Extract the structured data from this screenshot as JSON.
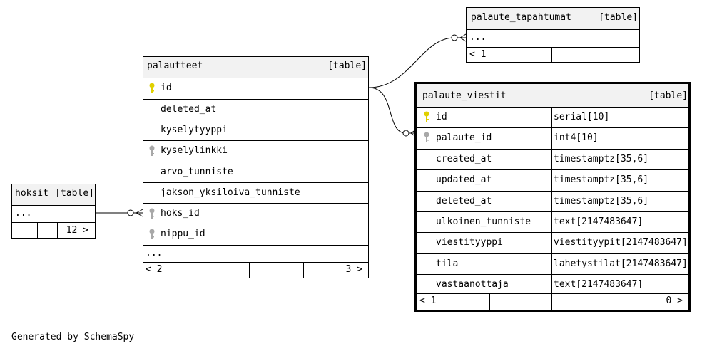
{
  "tables": {
    "palaute_tapahtumat": {
      "name": "palaute_tapahtumat",
      "kind": "[table]",
      "more": "...",
      "parents": "< 1"
    },
    "palautteet": {
      "name": "palautteet",
      "kind": "[table]",
      "columns": [
        "id",
        "deleted_at",
        "kyselytyyppi",
        "kyselylinkki",
        "arvo_tunniste",
        "jakson_yksiloiva_tunniste",
        "hoks_id",
        "nippu_id"
      ],
      "more": "...",
      "parents": "< 2",
      "children": "3 >"
    },
    "palaute_viestit": {
      "name": "palaute_viestit",
      "kind": "[table]",
      "columns": [
        {
          "name": "id",
          "type": "serial[10]"
        },
        {
          "name": "palaute_id",
          "type": "int4[10]"
        },
        {
          "name": "created_at",
          "type": "timestamptz[35,6]"
        },
        {
          "name": "updated_at",
          "type": "timestamptz[35,6]"
        },
        {
          "name": "deleted_at",
          "type": "timestamptz[35,6]"
        },
        {
          "name": "ulkoinen_tunniste",
          "type": "text[2147483647]"
        },
        {
          "name": "viestityyppi",
          "type": "viestityypit[2147483647]"
        },
        {
          "name": "tila",
          "type": "lahetystilat[2147483647]"
        },
        {
          "name": "vastaanottaja",
          "type": "text[2147483647]"
        }
      ],
      "parents": "< 1",
      "children": "0 >"
    },
    "hoksit": {
      "name": "hoksit",
      "kind": "[table]",
      "more": "...",
      "children": "12 >"
    }
  },
  "colors": {
    "primary_key": "#e0d000",
    "foreign_key": "#a8a8a8",
    "header_bg": "#f2f2f2"
  },
  "key_icons": {
    "primary_key": "key-icon-yellow",
    "foreign_key": "key-icon-gray"
  },
  "footer": "Generated by SchemaSpy"
}
